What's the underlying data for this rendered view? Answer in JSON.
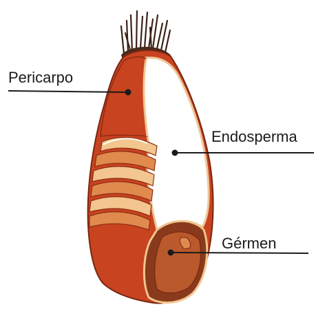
{
  "labels": {
    "pericarp": "Pericarpo",
    "endosperm": "Endosperma",
    "germ": "Gérmen"
  },
  "colors": {
    "pericarp": "#c8431f",
    "pericarp_dark": "#8e2c15",
    "endosperm": "#ffffff",
    "endosperm_edge": "#ecc79a",
    "germ_outer": "#8a3a1c",
    "germ_inner": "#b9592c",
    "aleurone_light": "#f2c68e",
    "aleurone_mid": "#e08a4e",
    "silk": "#3b2217",
    "leader_line": "#1a1a1a",
    "text": "#1a1a1a"
  }
}
